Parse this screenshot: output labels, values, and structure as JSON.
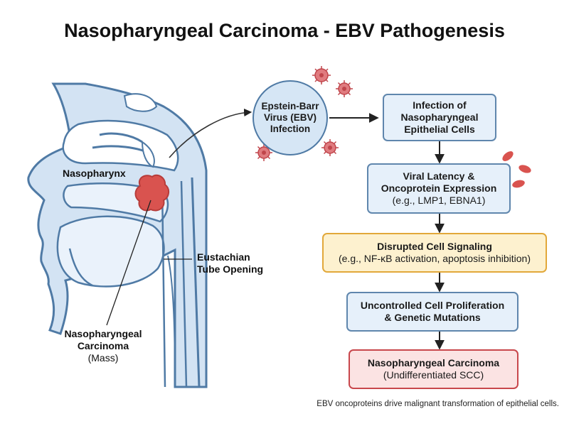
{
  "title": "Nasopharyngeal Carcinoma - EBV Pathogenesis",
  "virus": {
    "line1": "Epstein-Barr",
    "line2": "Virus (EBV)",
    "line3": "Infection"
  },
  "steps": [
    {
      "line1": "Infection of",
      "line2": "Nasopharyngeal",
      "line3": "Epithelial Cells"
    },
    {
      "line1": "Viral Latency &",
      "line2": "Oncoprotein Expression",
      "detail": "(e.g., LMP1, EBNA1)"
    },
    {
      "line1": "Disrupted Cell Signaling",
      "detail": "(e.g., NF-κB activation, apoptosis inhibition)"
    },
    {
      "line1": "Uncontrolled Cell Proliferation",
      "line2": "& Genetic Mutations"
    },
    {
      "line1": "Nasopharyngeal Carcinoma",
      "detail": "(Undifferentiated SCC)"
    }
  ],
  "anatomy": {
    "nasopharynx": "Nasopharynx",
    "eustachian_line1": "Eustachian",
    "eustachian_line2": "Tube Opening",
    "carcinoma_line1": "Nasopharyngeal",
    "carcinoma_line2": "Carcinoma",
    "carcinoma_line3": "(Mass)"
  },
  "caption": "EBV oncoproteins drive malignant transformation of epithelial cells.",
  "colors": {
    "tissue_fill": "#d3e3f3",
    "tissue_stroke": "#4f7aa5",
    "tumor": "#d9534f",
    "box_fill": "#e6f0fa",
    "box_stroke": "#5f86ad",
    "highlight_fill": "#fdf1cf",
    "highlight_stroke": "#e2a83a",
    "result_fill": "#fbe3e3",
    "result_stroke": "#c8474c"
  }
}
